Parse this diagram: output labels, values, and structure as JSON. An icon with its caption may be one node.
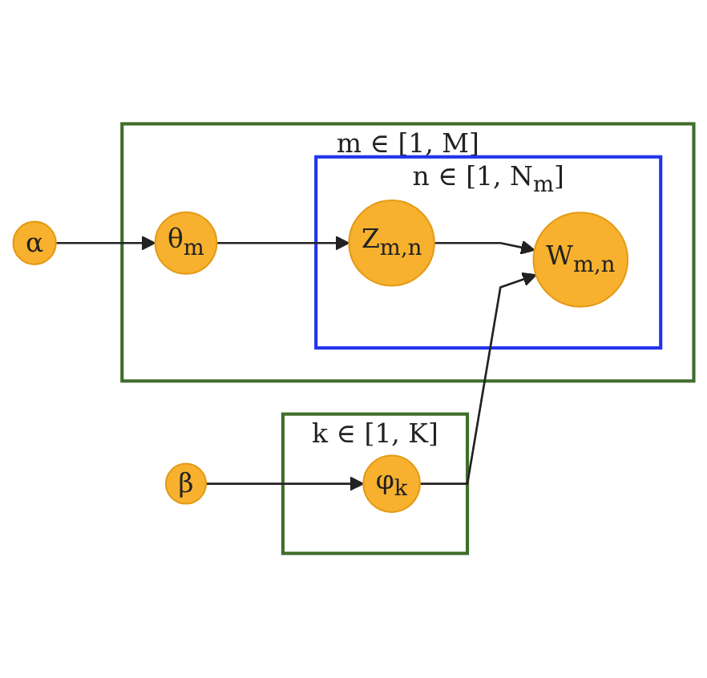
{
  "diagram": {
    "nodes": [
      {
        "text": [
          "α"
        ]
      },
      {
        "text": [
          "β"
        ]
      },
      {
        "text": [
          "m ∈ [1, M]"
        ]
      },
      {
        "text": [
          "θ$_{m}$"
        ],
        "in": 2
      },
      {
        "text": [
          "n ∈ [1, N$_{m}$]"
        ],
        "in": 2
      },
      {
        "text": [
          "Z$_{m,n}$"
        ],
        "in": 4
      },
      {
        "text": [
          "W$_{m,n}$"
        ],
        "in": 4
      },
      {
        "text": [
          "k ∈ [1, K]"
        ]
      },
      {
        "text": [
          "φ$_{k}$"
        ],
        "in": 7
      }
    ],
    "edges": [
      {
        "from": 0,
        "to": 3,
        "arrow": "to"
      },
      {
        "from": 3,
        "to": 5,
        "arrow": "to"
      },
      {
        "from": 5,
        "to": 6,
        "arrow": "to"
      },
      {
        "from": 1,
        "to": 8,
        "arrow": "to"
      },
      {
        "from": 8,
        "to": 6,
        "arrow": "to"
      }
    ]
  }
}
